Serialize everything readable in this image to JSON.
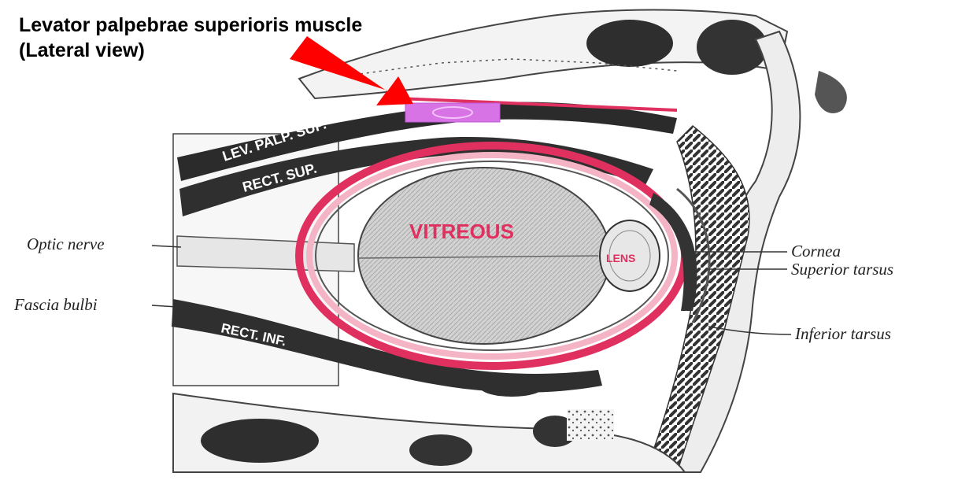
{
  "title": {
    "line1": "Levator palpebrae superioris muscle",
    "line2": "(Lateral view)"
  },
  "labels": {
    "optic_nerve": "Optic nerve",
    "fascia_bulbi": "Fascia bulbi",
    "cornea": "Cornea",
    "superior_tarsus": "Superior tarsus",
    "inferior_tarsus": "Inferior tarsus"
  },
  "structure_labels": {
    "lev_palp_sup": "LEV. PALP. SUP.",
    "rect_sup": "RECT. SUP.",
    "rect_inf": "RECT. INF.",
    "vitreous": "VITREOUS",
    "lens": "LENS"
  },
  "colors": {
    "arrow": "#ff0000",
    "highlight": "#d873e6",
    "vessel": "#e0305f",
    "muscle": "#2b2b2b",
    "vitreous_fill": "#cfcfcf"
  }
}
